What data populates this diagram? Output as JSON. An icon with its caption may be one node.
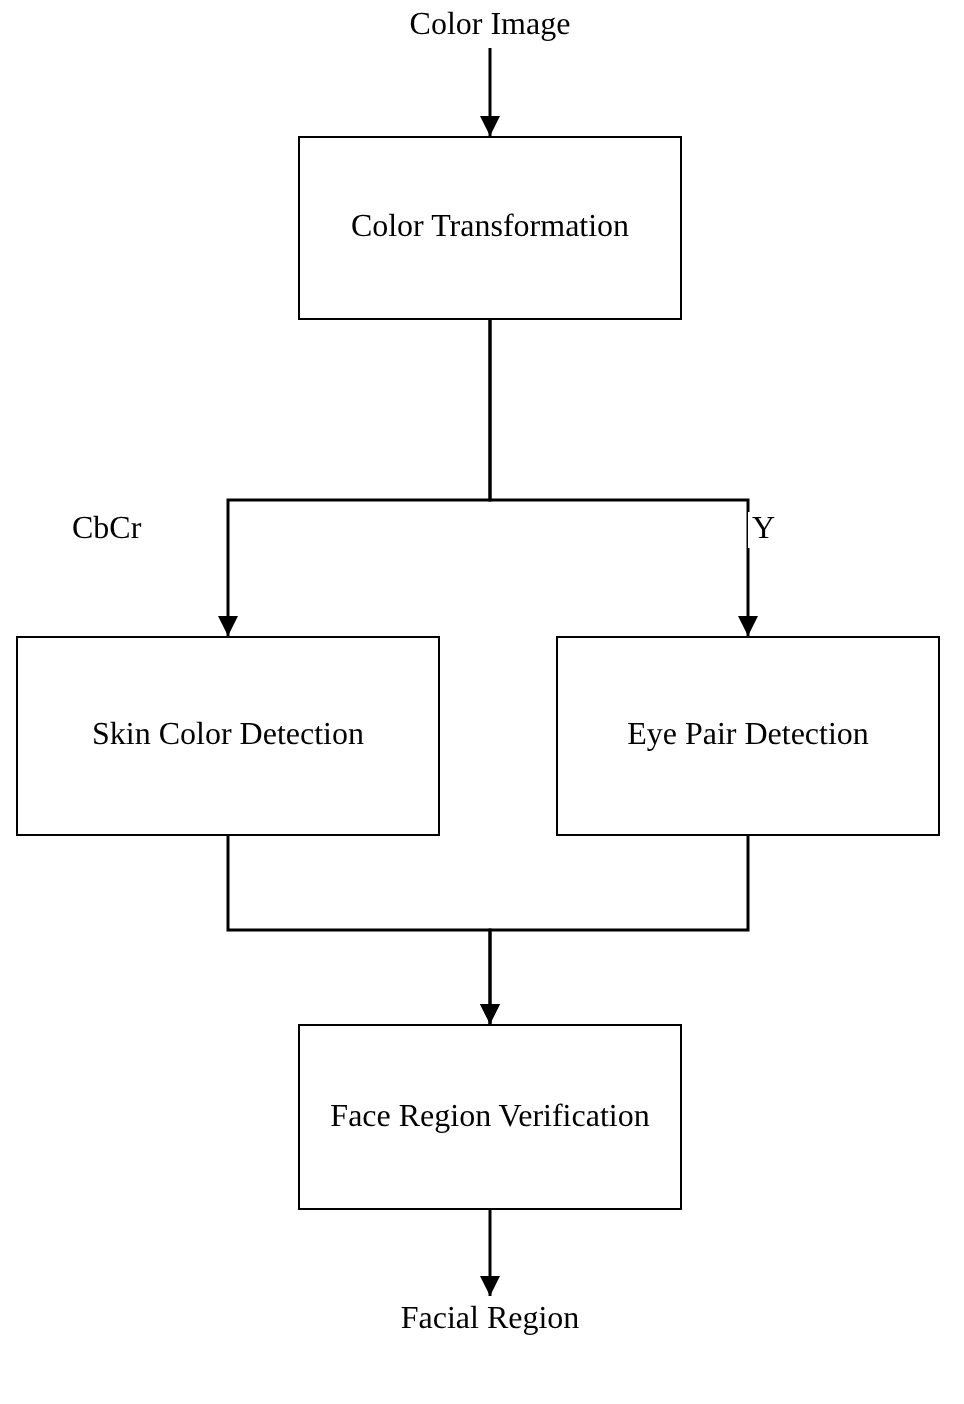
{
  "diagram": {
    "nodes": [
      {
        "text": [
          "Color Image"
        ]
      },
      {
        "text": [
          "Color Transformation"
        ]
      },
      {
        "text": [
          "Skin Color Detection"
        ]
      },
      {
        "text": [
          "Eye Pair Detection"
        ]
      },
      {
        "text": [
          "Face Region Verification"
        ]
      },
      {
        "text": [
          "Facial Region"
        ]
      }
    ],
    "edges": [
      {
        "from": 0,
        "to": 1,
        "arrow": "to"
      },
      {
        "from": 1,
        "to": 2,
        "label": "CbCr",
        "arrow": "to"
      },
      {
        "from": 1,
        "to": 3,
        "label": "Y",
        "arrow": "to"
      },
      {
        "from": 2,
        "to": 4,
        "arrow": "to"
      },
      {
        "from": 3,
        "to": 4,
        "arrow": "to"
      },
      {
        "from": 4,
        "to": 5,
        "arrow": "to"
      }
    ]
  }
}
